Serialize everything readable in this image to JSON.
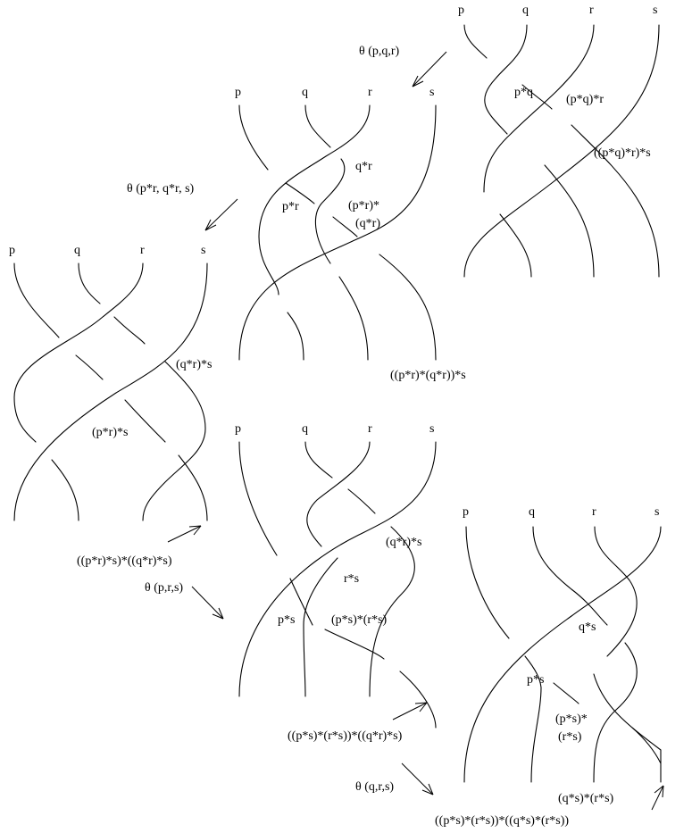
{
  "strand_labels": [
    "p",
    "q",
    "r",
    "s"
  ],
  "diagram1": {
    "arrow_label": "θ (p,q,r)",
    "crossings": [
      "p*q",
      "(p*q)*r",
      "((p*q)*r)*s"
    ]
  },
  "diagram2": {
    "arrow_label": "θ (p*r, q*r, s)",
    "crossings": [
      "q*r",
      "p*r",
      "(p*r)*",
      "(q*r)",
      "((p*r)*(q*r))*s"
    ]
  },
  "diagram3": {
    "crossings": [
      "(q*r)*s",
      "(p*r)*s",
      "((p*r)*s)*((q*r)*s)"
    ],
    "arrow_label": "θ (p,r,s)"
  },
  "diagram4": {
    "crossings": [
      "(q*r)*s",
      "r*s",
      "p*s",
      "(p*s)*(r*s)",
      "((p*s)*(r*s))*((q*r)*s)"
    ],
    "arrow_label": "θ (q,r,s)"
  },
  "diagram5": {
    "crossings": [
      "q*s",
      "p*s",
      "(p*s)*",
      "(r*s)",
      "(q*s)*(r*s)",
      "((p*s)*(r*s))*((q*s)*(r*s))"
    ]
  }
}
